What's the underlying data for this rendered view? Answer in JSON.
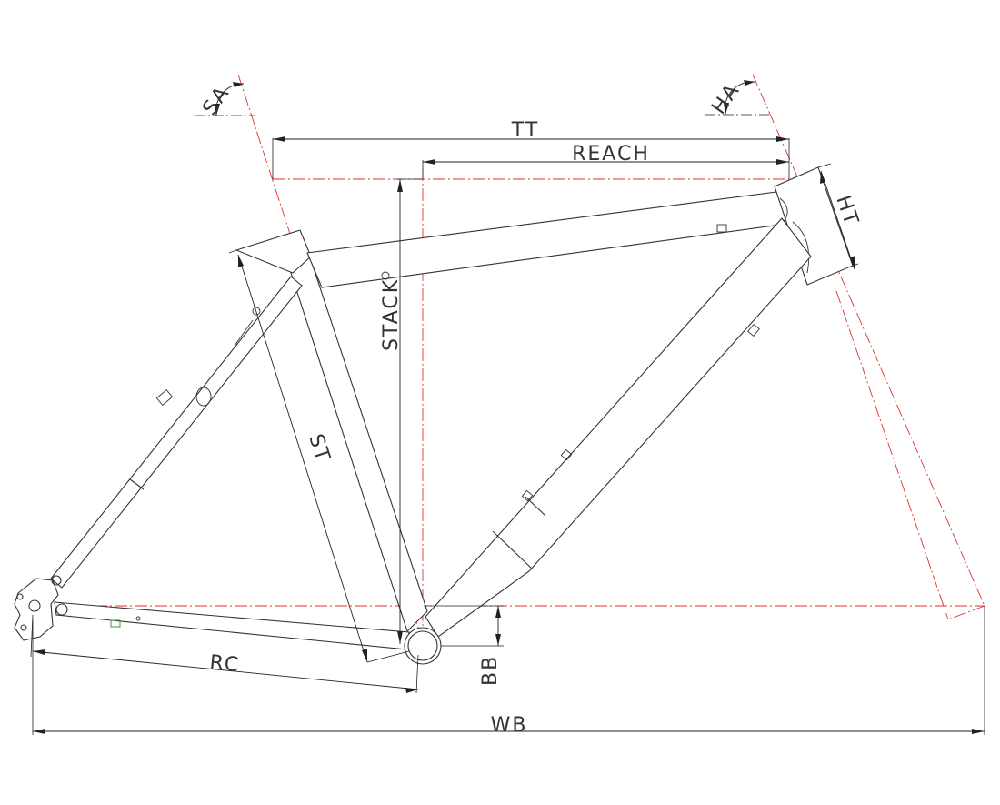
{
  "labels": {
    "tt": "TT",
    "reach": "REACH",
    "ht": "HT",
    "stack": "STACK",
    "st": "ST",
    "rc": "RC",
    "bb": "BB",
    "wb": "WB",
    "sa": "SA",
    "ha": "HA"
  },
  "colors": {
    "frame": "#333333",
    "centerline": "#e23030",
    "dimension": "#222222",
    "marker": "#2aa02a"
  }
}
